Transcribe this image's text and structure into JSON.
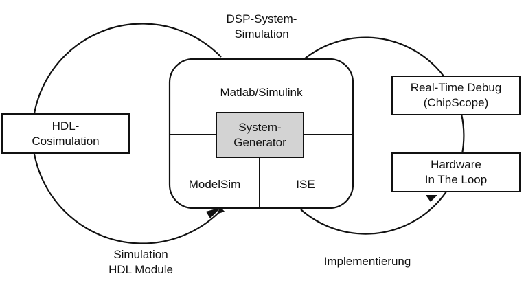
{
  "top_label": {
    "line1": "DSP-System-",
    "line2": "Simulation"
  },
  "center_box": {
    "top_label": "Matlab/Simulink",
    "core": {
      "line1": "System-",
      "line2": "Generator"
    },
    "left_label": "ModelSim",
    "right_label": "ISE"
  },
  "left_box": {
    "line1": "HDL-",
    "line2": "Cosimulation"
  },
  "right_top_box": {
    "line1": "Real-Time Debug",
    "line2": "(ChipScope)"
  },
  "right_bottom_box": {
    "line1": "Hardware",
    "line2": "In The Loop"
  },
  "bottom_left_label": {
    "line1": "Simulation",
    "line2": "HDL Module"
  },
  "bottom_right_label": "Implementierung",
  "colors": {
    "stroke": "#111111",
    "core_fill": "#d3d3d3",
    "background": "#ffffff"
  }
}
